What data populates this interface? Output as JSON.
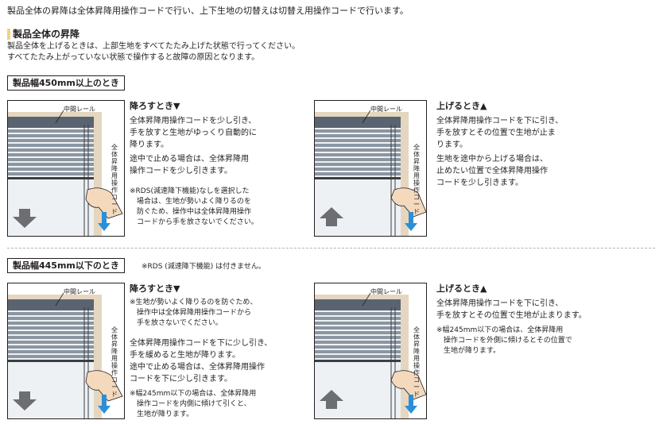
{
  "intro": "製品全体の昇降は全体昇降用操作コードで行い、上下生地の切替えは切替え用操作コードで行います。",
  "section": {
    "title": "製品全体の昇降",
    "line1": "製品全体を上げるときは、上部生地をすべてたたみ上げた状態で行ってください。",
    "line2": "すべてたたみ上がっていない状態で操作すると故障の原因となります。"
  },
  "diagram_labels": {
    "rail": "中間レール",
    "cord": "全体昇降用操作コード"
  },
  "wide": {
    "label": "製品幅450mm以上のとき",
    "lower": {
      "title": "降ろすとき▼",
      "lines": [
        "全体昇降用操作コードを少し引き、",
        "手を放すと生地がゆっくり自動的に",
        "降ります。"
      ],
      "lines2": [
        "途中で止める場合は、全体昇降用",
        "操作コードを少し引きます。"
      ],
      "notes": [
        "※RDS(減速降下機能)なしを選択した",
        "場合は、生地が勢いよく降りるのを",
        "防ぐため、操作中は全体昇降用操作",
        "コードから手を放さないでください。"
      ]
    },
    "raise": {
      "title": "上げるとき▲",
      "lines": [
        "全体昇降用操作コードを下に引き、",
        "手を放すとその位置で生地が止ま",
        "ります。"
      ],
      "lines2": [
        "生地を途中から上げる場合は、",
        "止めたい位置で全体昇降用操作",
        "コードを少し引きます。"
      ]
    }
  },
  "narrow": {
    "label": "製品幅445mm以下のとき",
    "note": "※RDS (減速降下機能) は付きません。",
    "lower": {
      "title": "降ろすとき▼",
      "notes": [
        "※生地が勢いよく降りるのを防ぐため、",
        "操作中は全体昇降用操作コードから",
        "手を放さないでください。"
      ],
      "lines": [
        "全体昇降用操作コードを下に少し引き、",
        "手を緩めると生地が降ります。",
        "途中で止める場合は、全体昇降用操作",
        "コードを下に少し引きます。"
      ],
      "notes2": [
        "※幅245mm以下の場合は、全体昇降用",
        "操作コードを内側に傾けて引くと、",
        "生地が降ります。"
      ]
    },
    "raise": {
      "title": "上げるとき▲",
      "lines": [
        "全体昇降用操作コードを下に引き、",
        "手を放すとその位置で生地が止まります。"
      ],
      "notes": [
        "※幅245mm以下の場合は、全体昇降用",
        "操作コードを外側に傾けるとその位置で",
        "生地が降ります。"
      ]
    }
  },
  "colors": {
    "frame": "#cdb89a",
    "blind": "#7d8a96",
    "arrow_blue": "#2b8fd8",
    "arrow_gray": "#6d6e71"
  }
}
